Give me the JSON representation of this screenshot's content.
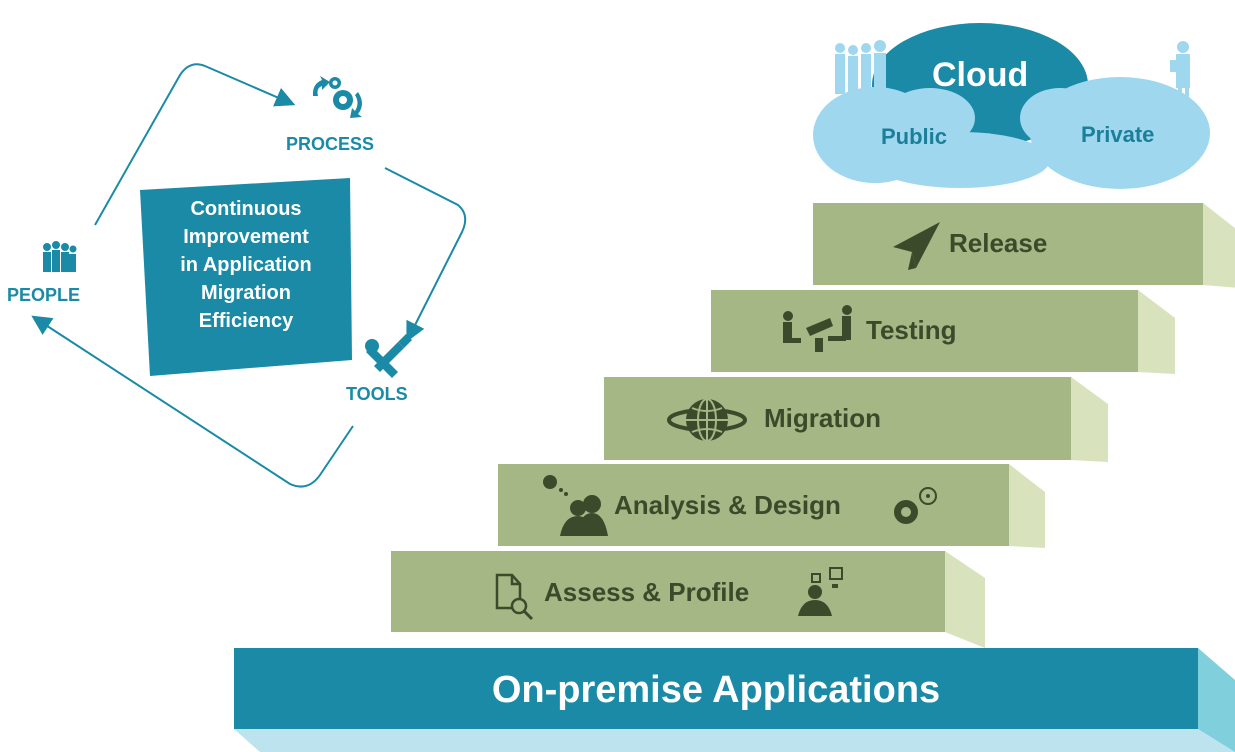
{
  "cycle": {
    "process_label": "PROCESS",
    "tools_label": "TOOLS",
    "people_label": "PEOPLE",
    "center_lines": [
      "Continuous",
      "Improvement",
      "in Application",
      "Migration",
      "Efficiency"
    ]
  },
  "cloud": {
    "title": "Cloud",
    "public_label": "Public",
    "private_label": "Private"
  },
  "steps": {
    "release": "Release",
    "testing": "Testing",
    "migration": "Migration",
    "analysis": "Analysis & Design",
    "assess": "Assess & Profile"
  },
  "base": {
    "label": "On-premise Applications"
  },
  "colors": {
    "teal": "#1a8aa6",
    "step_face": "#a4b784",
    "step_side": "#d8e3bd",
    "cloud_light": "#9fd7ef",
    "cloud_dark": "#1a8aa6",
    "icon_dark": "#3b4a2a"
  }
}
